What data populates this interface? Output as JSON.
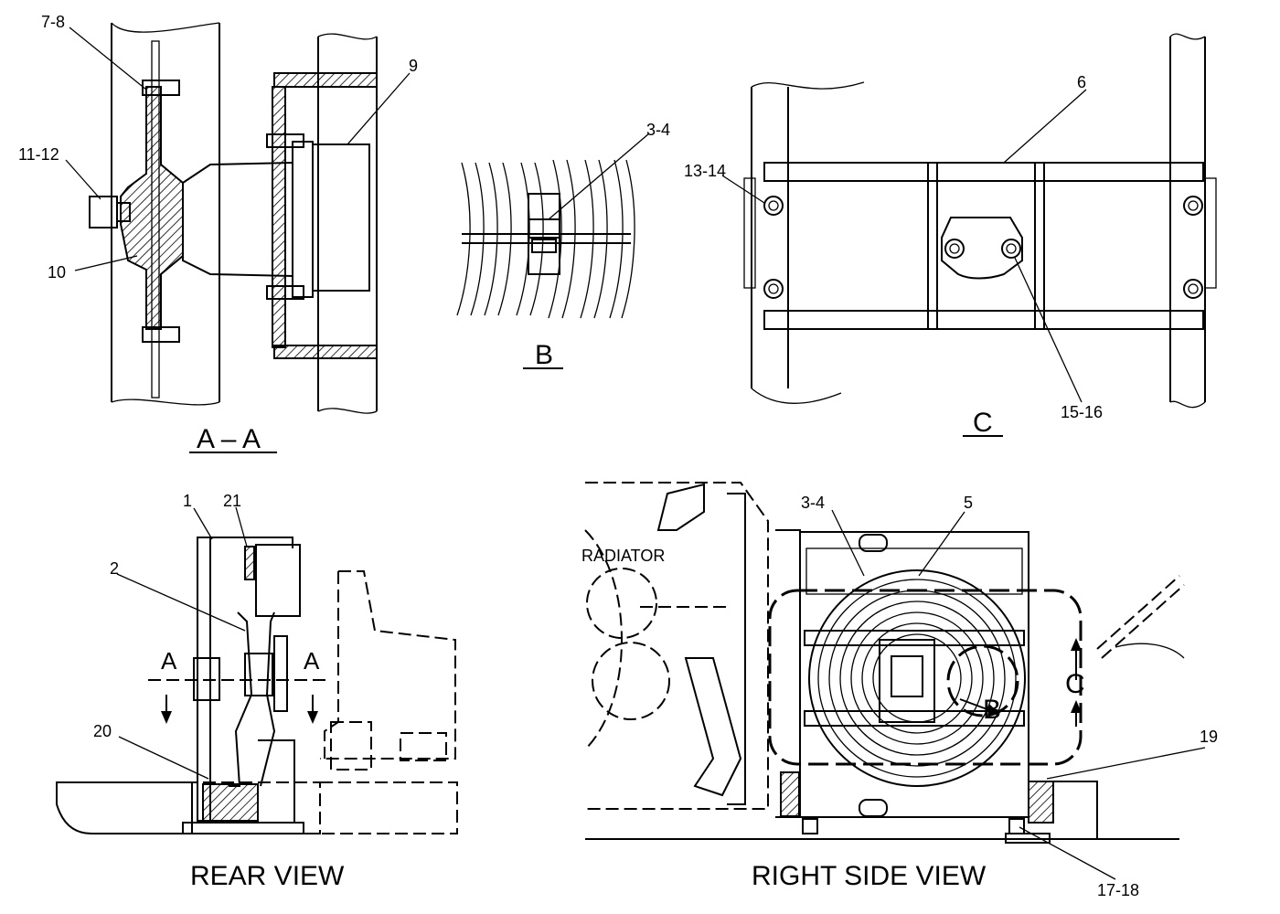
{
  "section_labels": {
    "aa": "A – A",
    "b": "B",
    "c": "C"
  },
  "view_titles": {
    "rear": "REAR VIEW",
    "right_side": "RIGHT SIDE VIEW"
  },
  "callouts": {
    "aa_7_8": "7-8",
    "aa_11_12": "11-12",
    "aa_10": "10",
    "aa_9": "9",
    "b_3_4": "3-4",
    "c_6": "6",
    "c_13_14": "13-14",
    "c_15_16": "15-16",
    "rear_1": "1",
    "rear_21": "21",
    "rear_2": "2",
    "rear_a_left": "A",
    "rear_a_right": "A",
    "rear_20": "20",
    "side_3_4": "3-4",
    "side_5": "5",
    "side_radiator": "RADIATOR",
    "side_b": "B",
    "side_c": "C",
    "side_19": "19",
    "side_17_18": "17-18"
  }
}
